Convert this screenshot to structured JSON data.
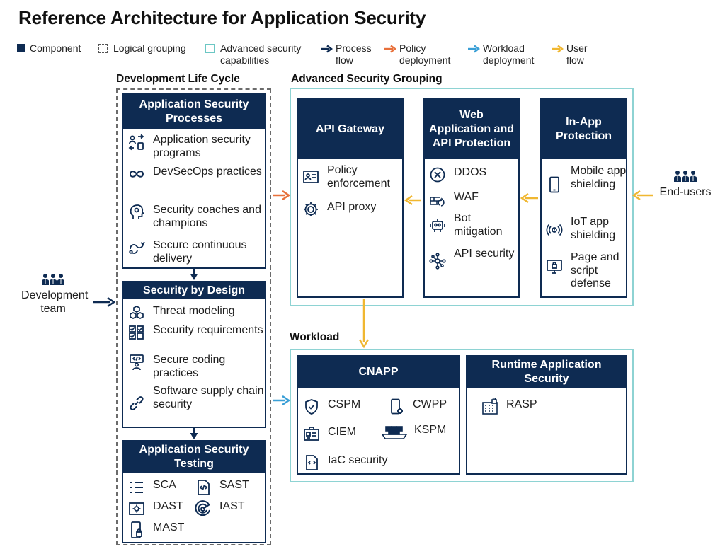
{
  "title": "Reference Architecture for Application Security",
  "legend": [
    {
      "label": "Component"
    },
    {
      "label": "Logical grouping"
    },
    {
      "label": "Advanced security capabilities"
    },
    {
      "label": "Process flow"
    },
    {
      "label": "Policy deployment"
    },
    {
      "label": "Workload deployment"
    },
    {
      "label": "User flow"
    }
  ],
  "colors": {
    "component": "#0e2b52",
    "process_flow": "#0e2b52",
    "policy_deployment": "#e8703a",
    "workload_deployment": "#3a9fd6",
    "user_flow": "#f0b731",
    "advanced_border": "#8ed3d3"
  },
  "development_life_cycle": {
    "title": "Development Life Cycle",
    "processes": {
      "title": "Application Security Processes",
      "items": [
        {
          "label": "Application security programs",
          "icon": "program-icon"
        },
        {
          "label": "DevSecOps practices",
          "icon": "infinity-icon"
        },
        {
          "label": "Security coaches and champions",
          "icon": "head-icon"
        },
        {
          "label": "Secure continuous delivery",
          "icon": "cycle-icon"
        }
      ]
    },
    "design": {
      "title": "Security by Design",
      "items": [
        {
          "label": "Threat modeling",
          "icon": "cubes-icon"
        },
        {
          "label": "Security requirements",
          "icon": "checklist-icon"
        },
        {
          "label": "Secure coding practices",
          "icon": "coder-icon"
        },
        {
          "label": "Software supply chain security",
          "icon": "chain-link-icon"
        }
      ]
    },
    "testing": {
      "title": "Application Security Testing",
      "items": [
        {
          "label": "SCA",
          "icon": "list-icon"
        },
        {
          "label": "SAST",
          "icon": "code-file-icon"
        },
        {
          "label": "DAST",
          "icon": "gear-window-icon"
        },
        {
          "label": "IAST",
          "icon": "radar-icon"
        },
        {
          "label": "MAST",
          "icon": "mobile-lock-icon"
        }
      ]
    }
  },
  "development_team": {
    "label": "Development team"
  },
  "end_users": {
    "label": "End-users"
  },
  "advanced": {
    "title": "Advanced Security Grouping",
    "api_gateway": {
      "title": "API Gateway",
      "items": [
        {
          "label": "Policy enforcement",
          "icon": "id-card-icon"
        },
        {
          "label": "API proxy",
          "icon": "gear-icon"
        }
      ]
    },
    "waap": {
      "title": "Web Application and API Protection",
      "items": [
        {
          "label": "DDOS",
          "icon": "ddos-icon"
        },
        {
          "label": "WAF",
          "icon": "firewall-icon"
        },
        {
          "label": "Bot mitigation",
          "icon": "bot-icon"
        },
        {
          "label": "API security",
          "icon": "network-icon"
        }
      ]
    },
    "in_app": {
      "title": "In-App Protection",
      "items": [
        {
          "label": "Mobile app shielding",
          "icon": "mobile-icon"
        },
        {
          "label": "IoT app shielding",
          "icon": "iot-icon"
        },
        {
          "label": "Page and script defense",
          "icon": "monitor-lock-icon"
        }
      ]
    }
  },
  "workload": {
    "title": "Workload",
    "cnapp": {
      "title": "CNAPP",
      "items": [
        {
          "label": "CSPM",
          "icon": "shield-icon"
        },
        {
          "label": "CWPP",
          "icon": "device-gear-icon"
        },
        {
          "label": "CIEM",
          "icon": "id-badge-icon"
        },
        {
          "label": "KSPM",
          "icon": "container-ship-icon"
        },
        {
          "label": "IaC security",
          "icon": "code-doc-icon"
        }
      ]
    },
    "rasp": {
      "title": "Runtime Application Security",
      "items": [
        {
          "label": "RASP",
          "icon": "building-lock-icon"
        }
      ]
    }
  }
}
